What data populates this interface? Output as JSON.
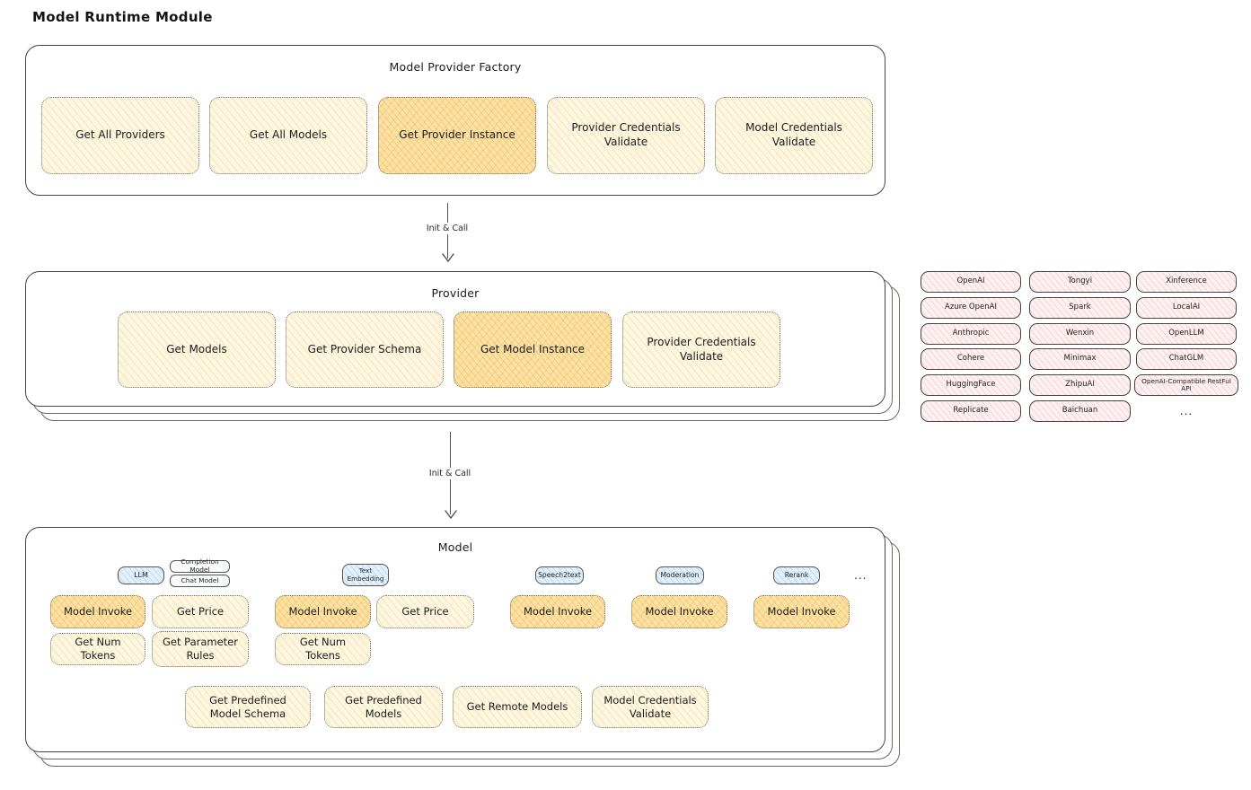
{
  "page": {
    "title": "Model Runtime Module"
  },
  "arrows": {
    "label1": "Init & Call",
    "label2": "Init & Call"
  },
  "factory": {
    "title": "Model Provider Factory",
    "boxes": [
      {
        "label": "Get All Providers",
        "variant": "light"
      },
      {
        "label": "Get All Models",
        "variant": "light"
      },
      {
        "label": "Get Provider Instance",
        "variant": "orange"
      },
      {
        "label": "Provider Credentials Validate",
        "variant": "light"
      },
      {
        "label": "Model Credentials Validate",
        "variant": "light"
      }
    ]
  },
  "provider": {
    "title": "Provider",
    "boxes": [
      {
        "label": "Get Models",
        "variant": "light"
      },
      {
        "label": "Get Provider Schema",
        "variant": "light"
      },
      {
        "label": "Get Model Instance",
        "variant": "orange"
      },
      {
        "label": "Provider Credentials Validate",
        "variant": "light"
      }
    ]
  },
  "provider_list": {
    "col1": [
      "OpenAI",
      "Azure OpenAI",
      "Anthropic",
      "Cohere",
      "HuggingFace",
      "Replicate"
    ],
    "col2": [
      "Tongyi",
      "Spark",
      "Wenxin",
      "Minimax",
      "ZhipuAI",
      "Baichuan"
    ],
    "col3": [
      "Xinference",
      "LocalAI",
      "OpenLLM",
      "ChatGLM",
      "OpenAI-Compatible RestFul API"
    ],
    "more_label": "..."
  },
  "model": {
    "title": "Model",
    "tags": {
      "llm": "LLM",
      "completion": "Completion Model",
      "chat": "Chat Model",
      "text_embedding": "Text Embedding",
      "speech2text": "Speech2text",
      "moderation": "Moderation",
      "rerank": "Rerank",
      "more": "..."
    },
    "boxes": {
      "model_invoke": "Model Invoke",
      "get_price": "Get Price",
      "get_num_tokens": "Get Num Tokens",
      "get_parameter_rules": "Get Parameter Rules"
    },
    "bottom": [
      "Get Predefined Model Schema",
      "Get Predefined Models",
      "Get Remote Models",
      "Model Credentials Validate"
    ]
  },
  "colors": {
    "light_yellow_fill": "#fdf7e2",
    "orange_fill": "#fbe3a8",
    "pink_fill": "#fdf1f1",
    "blue_fill": "#e3f1fc",
    "border_dark": "#46443f"
  }
}
